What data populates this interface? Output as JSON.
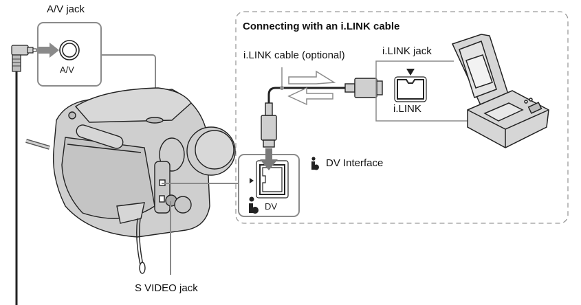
{
  "diagram": {
    "labels": {
      "av_jack": "A/V jack",
      "av_port": "A/V",
      "s_video_jack": "S VIDEO jack",
      "ilink_section_title": "Connecting with an i.LINK cable",
      "ilink_cable": "i.LINK cable (optional)",
      "ilink_jack": "i.LINK jack",
      "ilink_port": "i.LINK",
      "dv_interface": "DV Interface",
      "dv_port": "DV"
    },
    "icons": {
      "av_jack_icon": "concentric-circle-jack",
      "ilink_symbol": "i-link-logo",
      "dv_port_icon": "dv-connector",
      "ilink_port_icon": "i-link-connector",
      "camcorder": "camcorder-illustration",
      "vcr": "portable-video-recorder-illustration",
      "direction_arrows": "bidirectional-signal-arrows"
    },
    "colors": {
      "line_gray": "#8a8a8a",
      "fill_gray": "#cfcfcf",
      "cable_black": "#222222",
      "arrow_gray": "#7a7a7a"
    }
  }
}
